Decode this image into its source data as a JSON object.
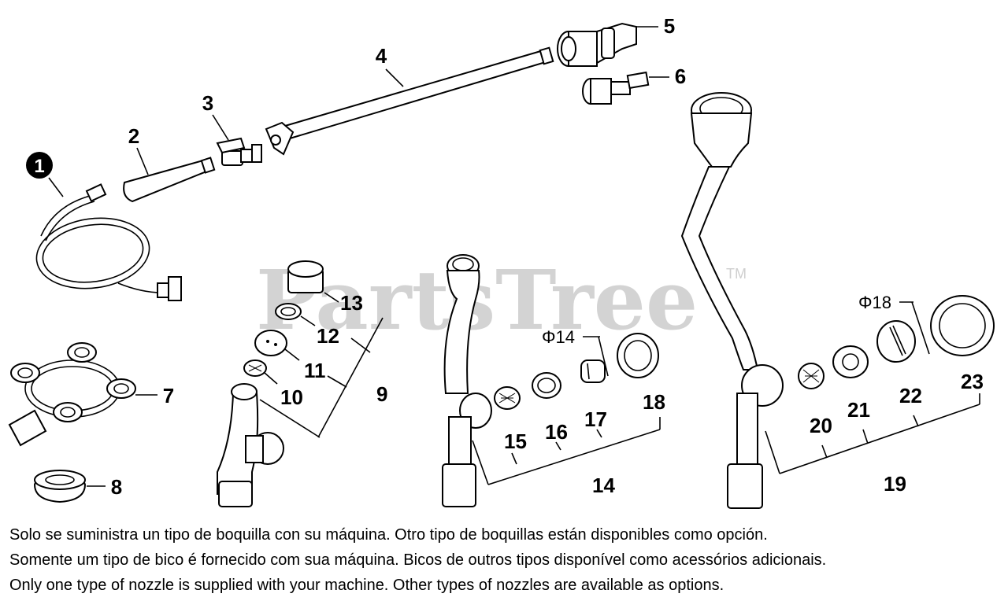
{
  "watermark": {
    "text": "PartsTree",
    "trademark": "TM"
  },
  "callouts": {
    "c1": "1",
    "c2": "2",
    "c3": "3",
    "c4": "4",
    "c5": "5",
    "c6": "6",
    "c7": "7",
    "c8": "8",
    "c9": "9",
    "c10": "10",
    "c11": "11",
    "c12": "12",
    "c13": "13",
    "c14": "14",
    "c15": "15",
    "c16": "16",
    "c17": "17",
    "c18": "18",
    "c19": "19",
    "c20": "20",
    "c21": "21",
    "c22": "22",
    "c23": "23"
  },
  "dimensions": {
    "d14": "Φ14",
    "d18": "Φ18"
  },
  "notes": [
    "Solo se suministra un tipo de boquilla con su máquina. Otro tipo de boquillas están disponibles como opción.",
    "Somente um tipo de bico é fornecido com sua máquina. Bicos de outros tipos disponível como acessórios adicionais.",
    "Only one type of nozzle is supplied with your machine. Other types of nozzles are available as options."
  ]
}
